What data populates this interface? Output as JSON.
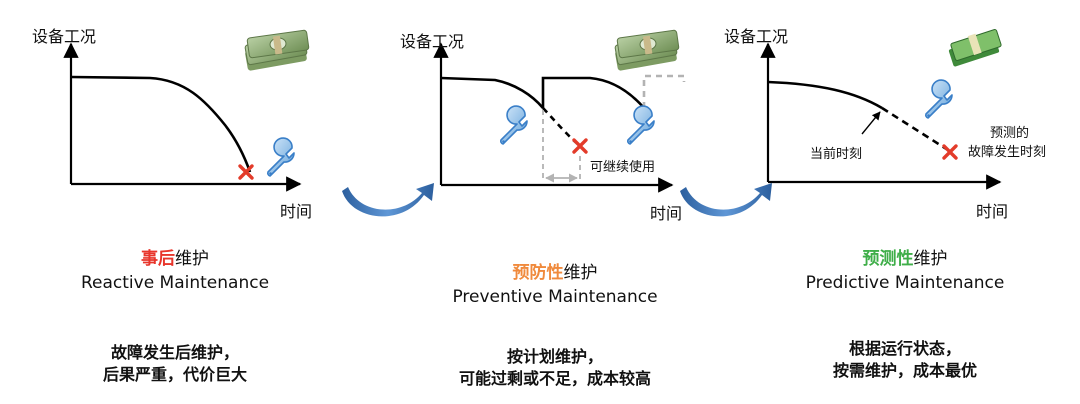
{
  "colors": {
    "reactive": "#e8352b",
    "preventive": "#f08a3c",
    "predictive": "#3fae49",
    "curve": "#000000",
    "dashed_gray": "#b3b3b3",
    "marker": "#e33b2a",
    "cycle_arrow": "#3d72b4",
    "wrench": "#3a7fc8"
  },
  "panels": [
    {
      "y_label": "设备工况",
      "x_label": "时间",
      "title_highlight": "事后",
      "title_rest": "维护",
      "title_en": "Reactive Maintenance",
      "desc": [
        "故障发生后维护，",
        "后果严重，代价巨大"
      ]
    },
    {
      "y_label": "设备工况",
      "x_label": "时间",
      "note": "可继续使用",
      "title_highlight": "预防性",
      "title_rest": "维护",
      "title_en": "Preventive Maintenance",
      "desc": [
        "按计划维护，",
        "可能过剩或不足，成本较高"
      ]
    },
    {
      "y_label": "设备工况",
      "x_label": "时间",
      "current_label": "当前时刻",
      "predicted_label": [
        "预测的",
        "故障发生时刻"
      ],
      "title_highlight": "预测性",
      "title_rest": "维护",
      "title_en": "Predictive Maintenance",
      "desc": [
        "根据运行状态，",
        "按需维护，成本最优"
      ]
    }
  ],
  "icons": [
    "money-stack-icon",
    "wrench-icon",
    "failure-x-icon",
    "cycle-arrow-icon"
  ]
}
